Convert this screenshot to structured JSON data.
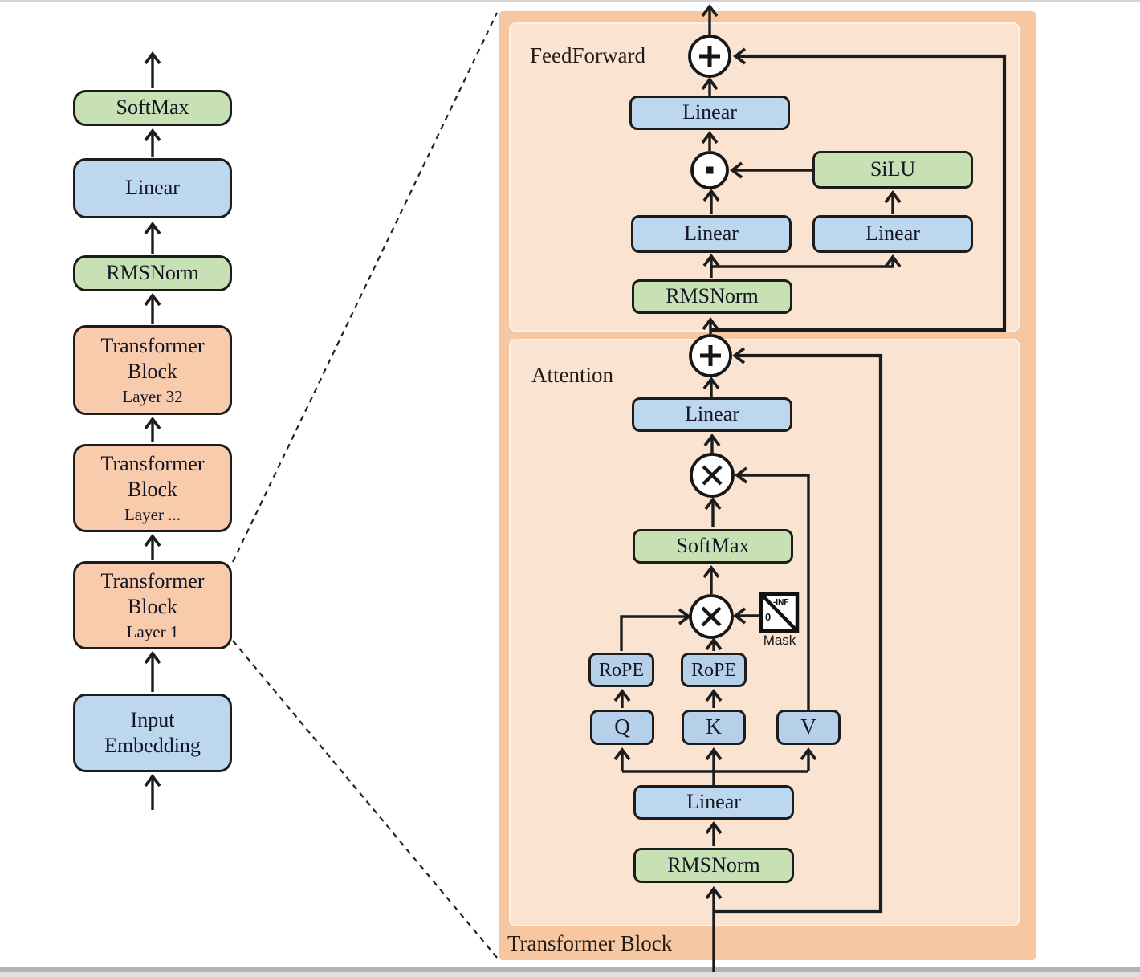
{
  "left_column": {
    "blocks": [
      {
        "label": "SoftMax"
      },
      {
        "label": "Linear"
      },
      {
        "label": "RMSNorm"
      },
      {
        "label": "Transformer\nBlock",
        "sublabel": "Layer 32"
      },
      {
        "label": "Transformer\nBlock",
        "sublabel": "Layer ..."
      },
      {
        "label": "Transformer\nBlock",
        "sublabel": "Layer 1"
      },
      {
        "label": "Input\nEmbedding"
      }
    ]
  },
  "panel": {
    "title": "Transformer Block",
    "feedforward": {
      "section_label": "FeedForward",
      "linear_out": "Linear",
      "silu": "SiLU",
      "linear_gate": "Linear",
      "linear_up": "Linear",
      "rmsnorm": "RMSNorm"
    },
    "attention": {
      "section_label": "Attention",
      "linear_out": "Linear",
      "softmax": "SoftMax",
      "rope_q": "RoPE",
      "rope_k": "RoPE",
      "q": "Q",
      "k": "K",
      "v": "V",
      "mask_label": "Mask",
      "mask_neg_inf": "-INF",
      "mask_zero": "0",
      "linear_in": "Linear",
      "rmsnorm": "RMSNorm"
    }
  },
  "colors": {
    "box_blue": "#bdd7ee",
    "box_blue_qkv": "#b6d0ea",
    "box_green": "#c7e1b5",
    "box_orange": "#f8cbad",
    "panel_band": "#f6c7a1",
    "panel_section": "#fbe3d2",
    "line": "#1c1c1c"
  }
}
